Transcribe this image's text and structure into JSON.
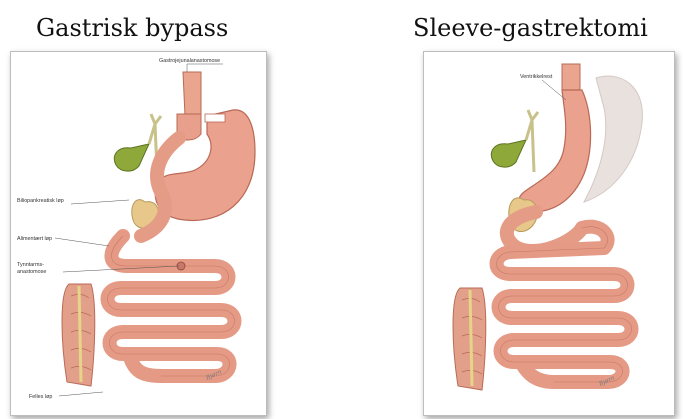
{
  "titles": {
    "left": "Gastrisk bypass",
    "right": "Sleeve-gastrektomi"
  },
  "bypass_labels": {
    "gastrojejunal": "Gastrojejunalanastomose",
    "biliopancreatic": "Biliopankreatisk løp",
    "alimentary": "Alimentært løp",
    "jejunojejunal_1": "Tynntarms-",
    "jejunojejunal_2": "anastomose",
    "common": "Felles løp"
  },
  "sleeve_labels": {
    "remnant": "Ventrikkelrest"
  },
  "signature": "Bjørn"
}
